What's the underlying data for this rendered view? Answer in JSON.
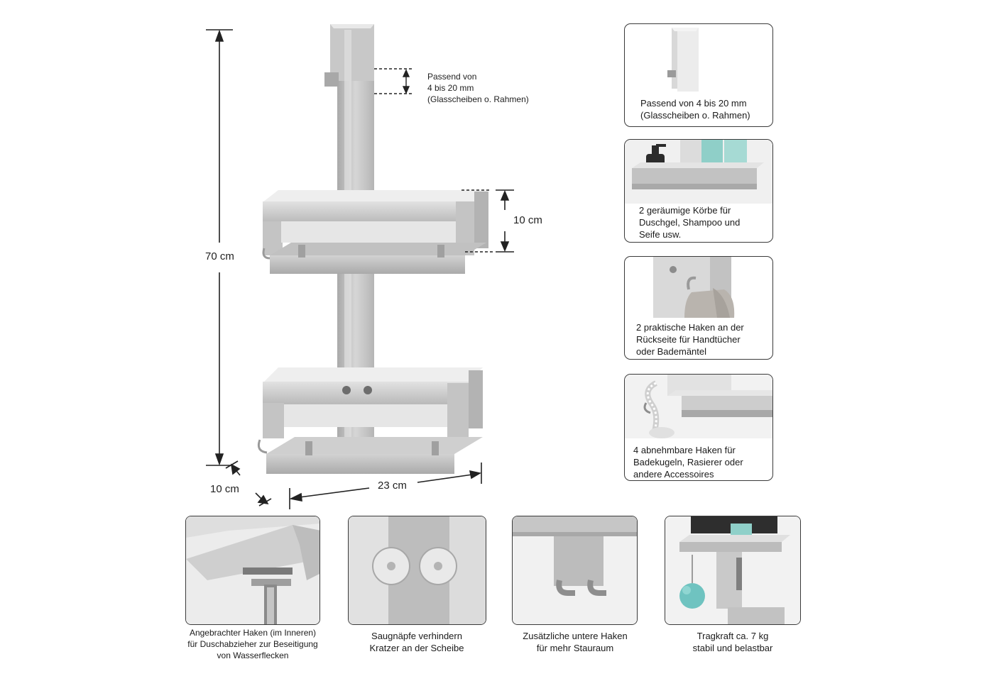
{
  "dimensions": {
    "height": "70 cm",
    "basket_height": "10 cm",
    "depth": "10 cm",
    "width": "23 cm"
  },
  "fit_note": {
    "line1": "Passend von",
    "line2": "4 bis 20 mm",
    "line3": "(Glasscheiben o. Rahmen)"
  },
  "feature_cards": [
    {
      "caption": "Passend von 4 bis 20 mm\n(Glasscheiben o. Rahmen)",
      "icon": "door-hook"
    },
    {
      "caption": "2 geräumige Körbe für\nDuschgel, Shampoo und\nSeife usw.",
      "icon": "basket-with-bottles"
    },
    {
      "caption": "2 praktische Haken an der\nRückseite für Handtücher\noder Bademäntel",
      "icon": "towel-hook"
    },
    {
      "caption": "4 abnehmbare Haken für\nBadekugeln, Rasierer oder\nandere Accessoires",
      "icon": "removable-hook"
    }
  ],
  "bottom_cards": [
    {
      "caption": "Angebrachter Haken (im Inneren)\nfür Duschabzieher zur Beseitigung\nvon Wasserflecken",
      "icon": "razor-hook"
    },
    {
      "caption": "Saugnäpfe verhindern\nKratzer an der Scheibe",
      "icon": "suction-cups"
    },
    {
      "caption": "Zusätzliche untere Haken\nfür mehr Stauraum",
      "icon": "double-hook"
    },
    {
      "caption": "Tragkraft ca. 7 kg\nstabil und belastbar",
      "icon": "loaded-caddy"
    }
  ],
  "colors": {
    "steel_light": "#dcdcdc",
    "steel_mid": "#bdbdbd",
    "steel_dark": "#9a9a9a",
    "border": "#3a3a3a"
  }
}
